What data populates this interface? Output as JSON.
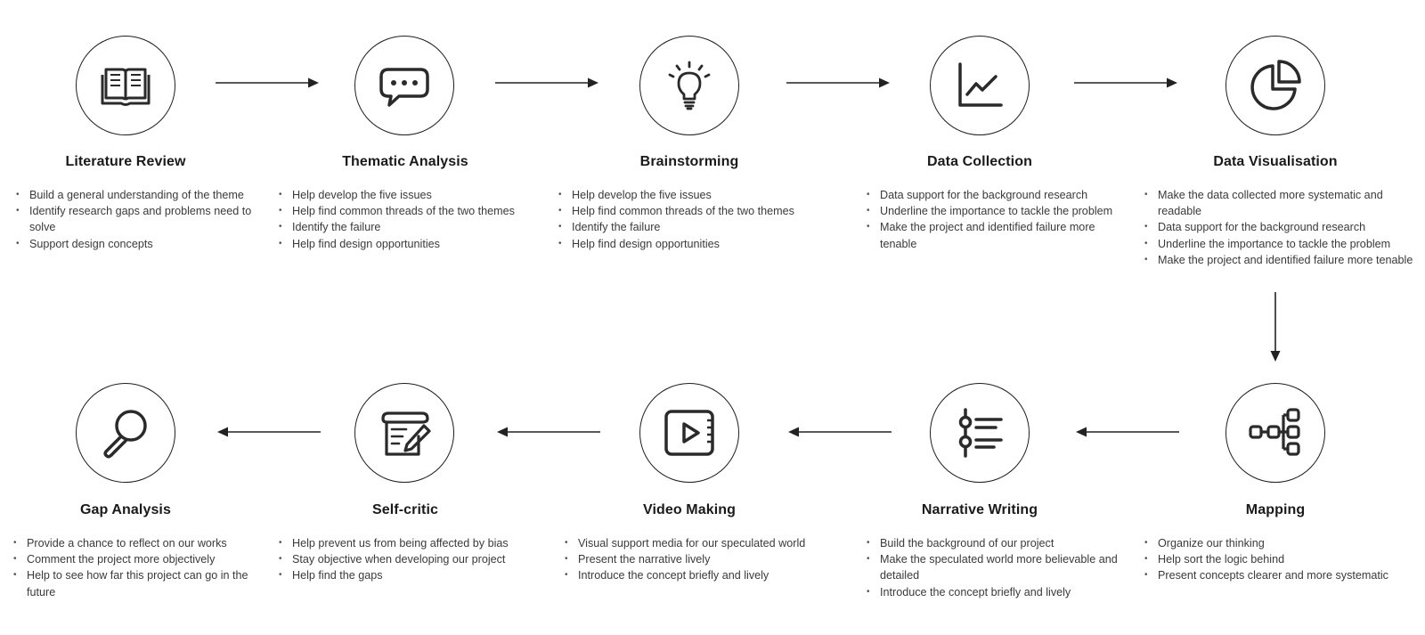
{
  "steps": [
    {
      "title": "Literature Review",
      "icon": "book-icon",
      "bullets": [
        "Build a general understanding of the theme",
        "Identify research gaps and problems need to solve",
        "Support design concepts"
      ]
    },
    {
      "title": "Thematic Analysis",
      "icon": "speech-bubble-icon",
      "bullets": [
        "Help develop the five issues",
        "Help find common threads of the two themes",
        "Identify the failure",
        "Help find design opportunities"
      ]
    },
    {
      "title": "Brainstorming",
      "icon": "lightbulb-icon",
      "bullets": [
        "Help develop the five issues",
        "Help find common threads of the two themes",
        "Identify the failure",
        "Help find design opportunities"
      ]
    },
    {
      "title": "Data Collection",
      "icon": "line-chart-icon",
      "bullets": [
        "Data support for the background research",
        "Underline the importance to tackle the problem",
        "Make the project and identified failure more tenable"
      ]
    },
    {
      "title": "Data Visualisation",
      "icon": "pie-chart-icon",
      "bullets": [
        "Make the data collected more systematic and readable",
        "Data support for the background research",
        "Underline the importance to tackle the problem",
        "Make the project and identified failure more tenable"
      ]
    },
    {
      "title": "Mapping",
      "icon": "mind-map-icon",
      "bullets": [
        "Organize our thinking",
        "Help sort the logic behind",
        "Present concepts clearer and more systematic"
      ]
    },
    {
      "title": "Narrative Writing",
      "icon": "list-sliders-icon",
      "bullets": [
        "Build the background of our project",
        "Make the speculated world more believable and detailed",
        "Introduce the concept briefly and lively"
      ]
    },
    {
      "title": "Video Making",
      "icon": "video-play-icon",
      "bullets": [
        "Visual support media for our speculated world",
        "Present the narrative lively",
        "Introduce the concept briefly and lively"
      ]
    },
    {
      "title": "Self-critic",
      "icon": "notepad-pencil-icon",
      "bullets": [
        "Help prevent us from being affected by bias",
        "Stay objective when developing our project",
        "Help find the gaps"
      ]
    },
    {
      "title": "Gap Analysis",
      "icon": "magnifier-icon",
      "bullets": [
        "Provide a chance to reflect on our works",
        "Comment the project more objectively",
        "Help to see how far this project can go in the future"
      ]
    }
  ]
}
